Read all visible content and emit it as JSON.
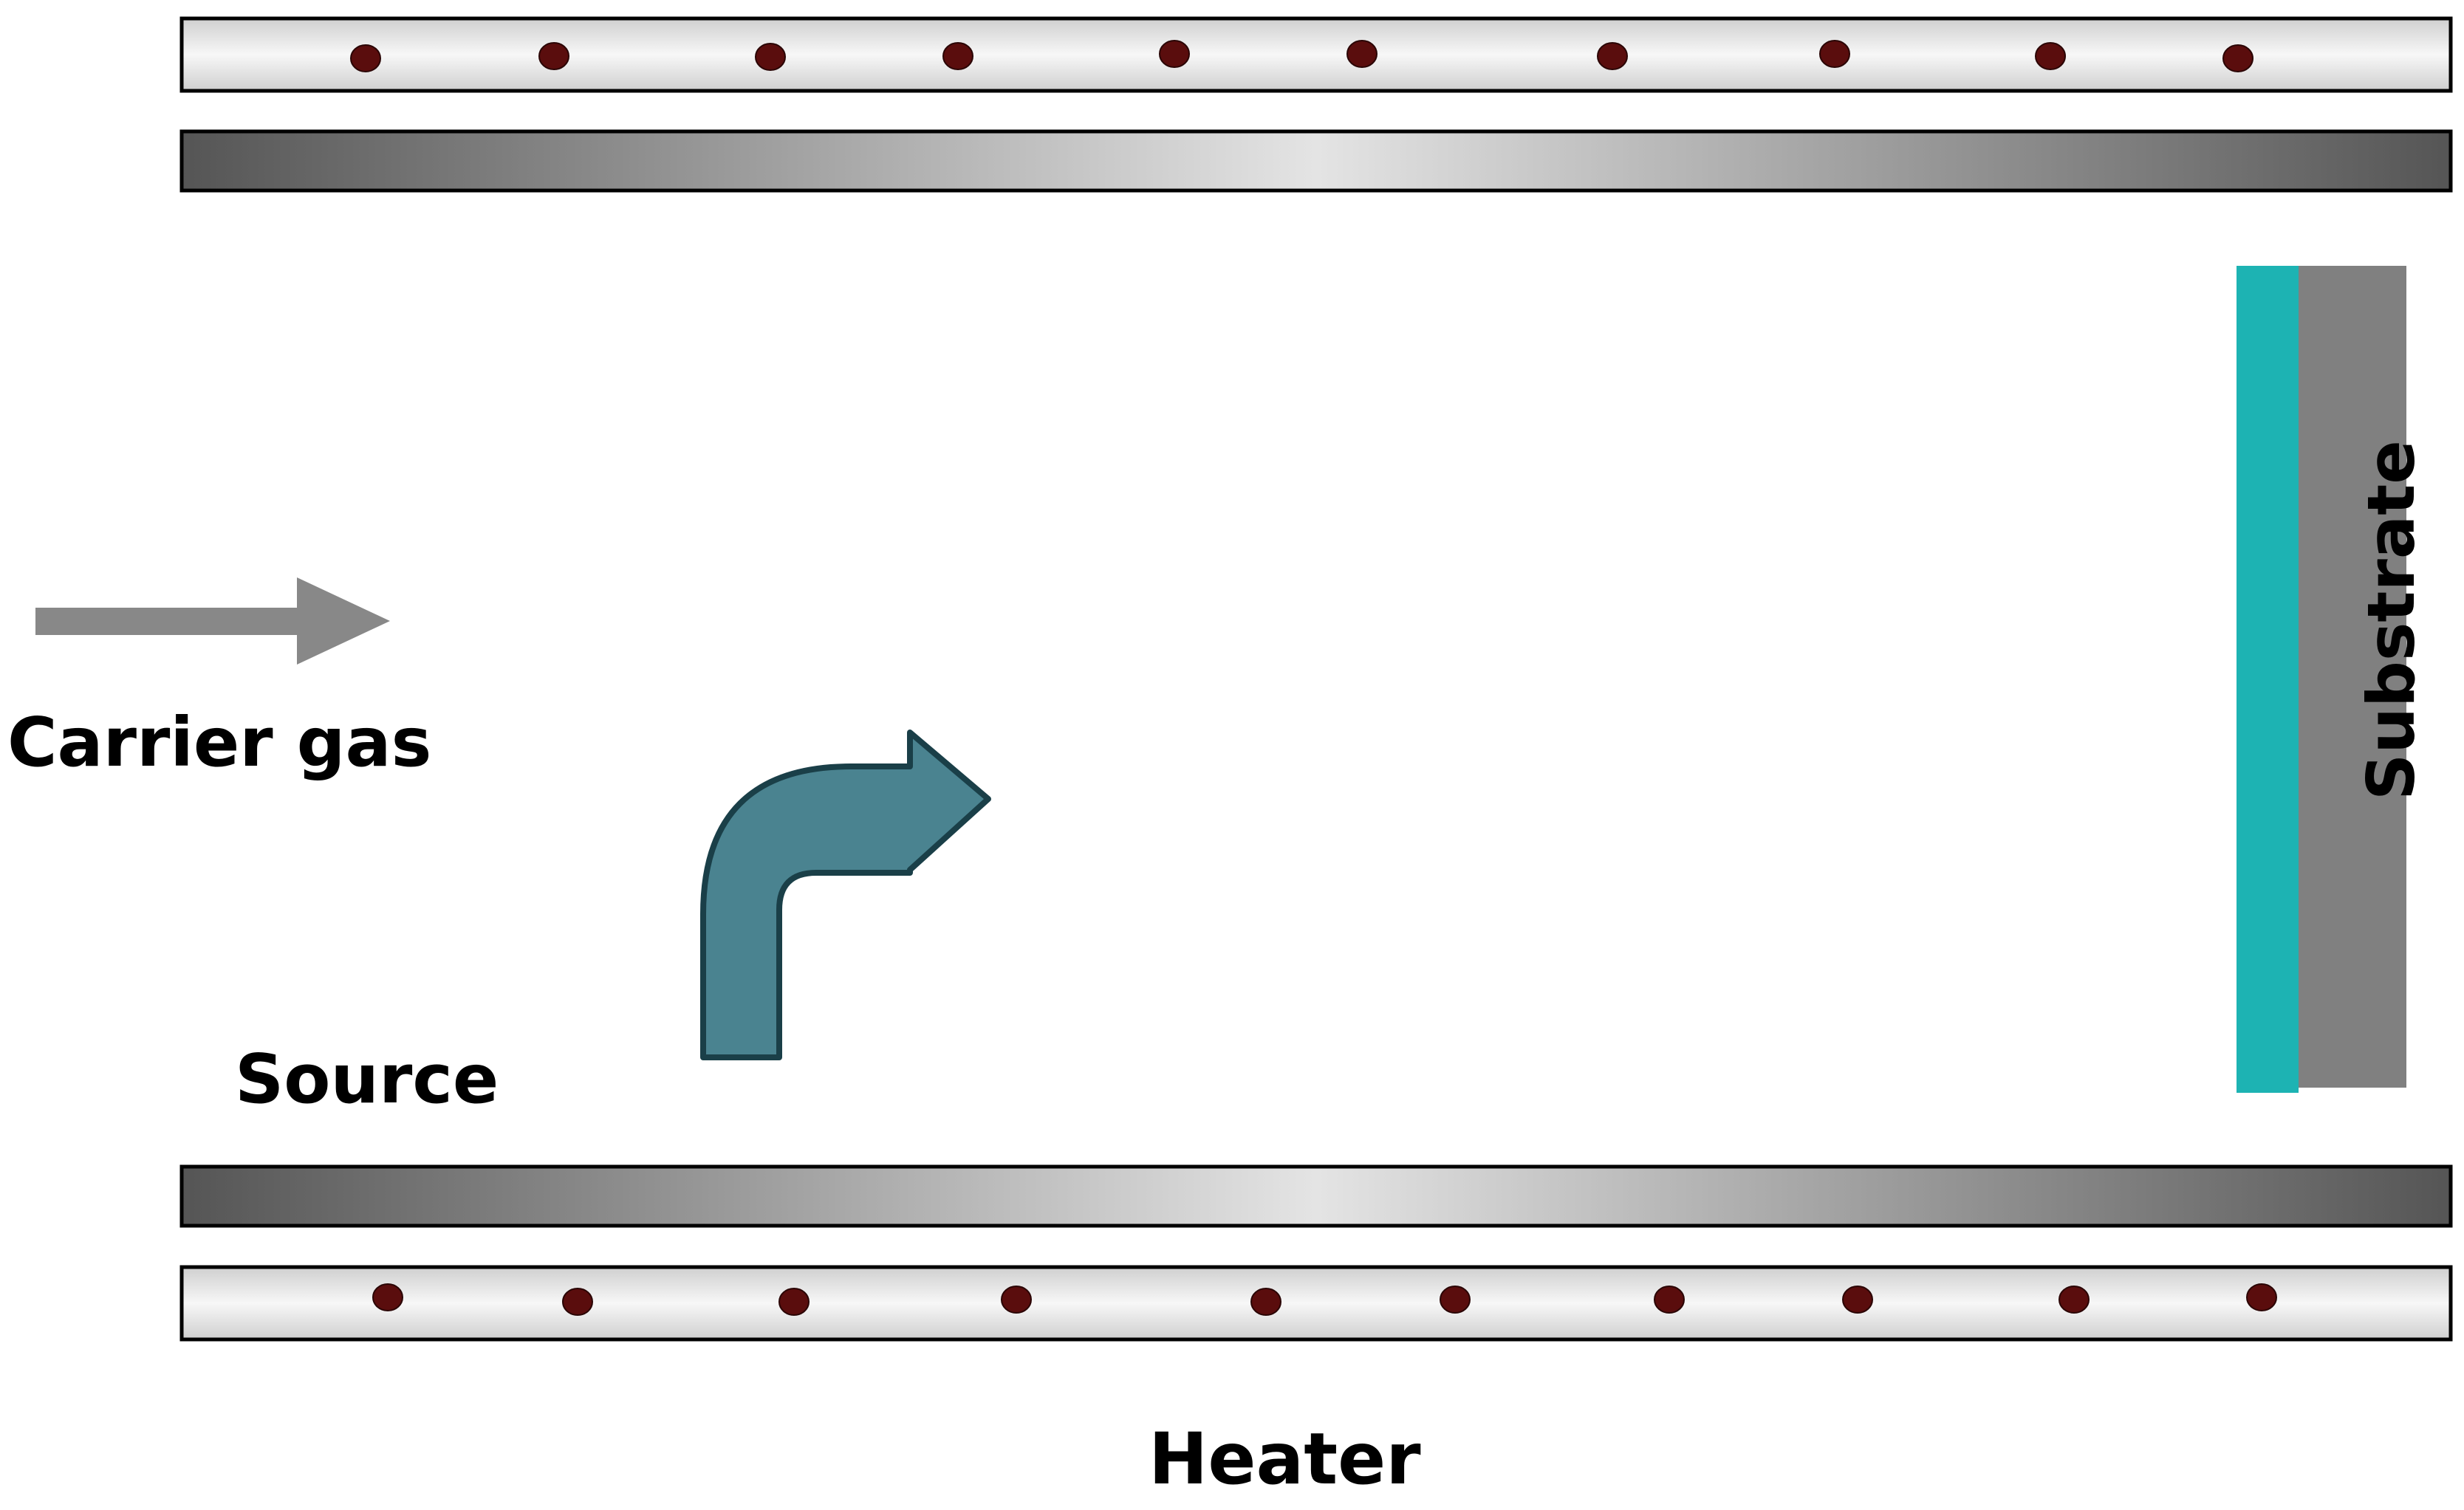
{
  "labels": {
    "carrier_gas": "Carrier gas",
    "source": "Source",
    "substrate": "Substrate",
    "heater": "Heater"
  },
  "colors": {
    "heater_fill_edge": "#d0d0d0",
    "heater_fill_center": "#f6f6f6",
    "tube_wall_dark": "#555555",
    "tube_wall_light": "#e2e2e2",
    "heater_dot": "#5a0d0d",
    "substrate_body": "#808080",
    "substrate_film": "#1db3b3",
    "carrier_arrow": "#888888",
    "vapor_arrow_fill": "#4a8390",
    "vapor_arrow_stroke": "#1a3f48"
  },
  "heater_dots": {
    "top_count": 10,
    "bottom_count": 10
  }
}
